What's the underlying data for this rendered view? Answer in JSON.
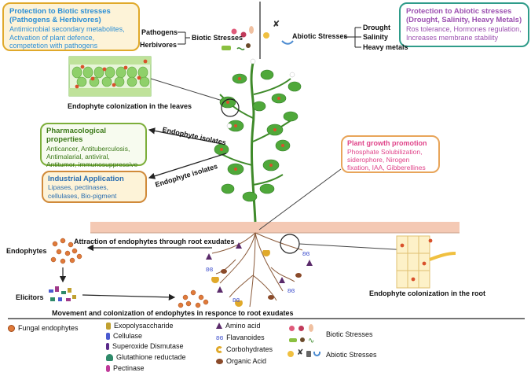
{
  "boxes": {
    "biotic": {
      "title": "Protection to Biotic stresses (Pathogens & Herbivores)",
      "body": "Antimicrobial secondary metabolites, Activation of plant defence, competetion with pathogens"
    },
    "abiotic": {
      "title": "Protection to Abiotic stresses  (Drought, Salinity, Heavy Metals)",
      "body": "Ros tolerance, Hormones regulation, Increases membrane stability"
    },
    "pharma": {
      "title": "Pharmacological properties",
      "body": "Anticancer, Antituberculosis, Antimalarial, antiviral, Antitumor, immunosuppressive"
    },
    "industrial": {
      "title": "Industrial Application",
      "body": "Lipases, pectinases, cellulases, Bio-pigment"
    },
    "growth": {
      "title": "Plant growth promotion",
      "body": "Phosphate Solubilization, siderophore, Nirogen fixation, IAA, Gibberellines"
    }
  },
  "labels": {
    "pathogens": "Pathogens",
    "herbivores": "Herbivores",
    "biotic_stresses": "Biotic Stresses",
    "abiotic_stresses": "Abiotic Stresses",
    "drought": "Drought",
    "salinity": "Salinity",
    "heavy_metals": "Heavy metals",
    "leaf_colonization": "Endophyte colonization in the leaves",
    "isolates_1": "Endophyte isolates",
    "isolates_2": "Endophyte isolates",
    "attraction": "Attraction of endophytes through root exudates",
    "endophytes": "Endophytes",
    "elicitors": "Elicitors",
    "movement": "Movement  and colonization of endophytes in responce to root exudates",
    "root_colonization": "Endophyte colonization in the root"
  },
  "legend": {
    "col1": [
      "Fungal endophytes"
    ],
    "col2": [
      "Exopolysaccharide",
      "Cellulase",
      "Superoxide Dismutase",
      "Glutathione reductade",
      "Pectinase"
    ],
    "col3": [
      "Amino acid",
      "Flavanoides",
      "Corbohydrates",
      "Organic Acid"
    ],
    "col4": [
      "Biotic Stresses",
      "Abiotic Stresses"
    ]
  },
  "colors": {
    "biotic_border": "#e0a92a",
    "biotic_fill": "#fdf3d8",
    "biotic_text": "#2c8fd6",
    "abiotic_border": "#2f9c8a",
    "abiotic_text": "#9b4fb0",
    "pharma_border": "#7cae3a",
    "pharma_title": "#3d7a1a",
    "industrial_border": "#d08a3a",
    "industrial_title": "#2c6fb0",
    "growth_border": "#e8a55a",
    "growth_text": "#e0458a",
    "fungal": "#e07a3a",
    "plant": "#3f9a3a",
    "soil": "#f4c9b4"
  }
}
